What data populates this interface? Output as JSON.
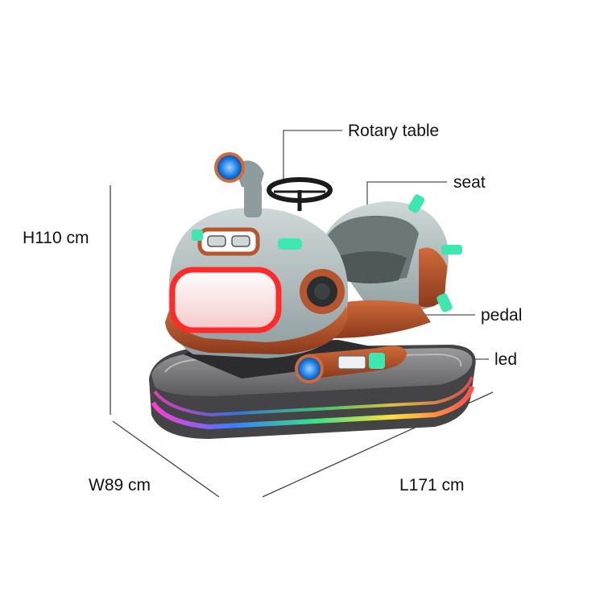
{
  "callouts": {
    "rotary_table": "Rotary table",
    "seat": "seat",
    "pedal": "pedal",
    "led": "led"
  },
  "dimensions": {
    "height": "H110 cm",
    "width": "W89 cm",
    "length": "L171 cm"
  },
  "colors": {
    "body_grey": "#a7b4b6",
    "trim_copper": "#b5562e",
    "led_red": "#ff2a2a",
    "accent_teal": "#3ee6b0",
    "light_blue": "#1e7fe6"
  }
}
